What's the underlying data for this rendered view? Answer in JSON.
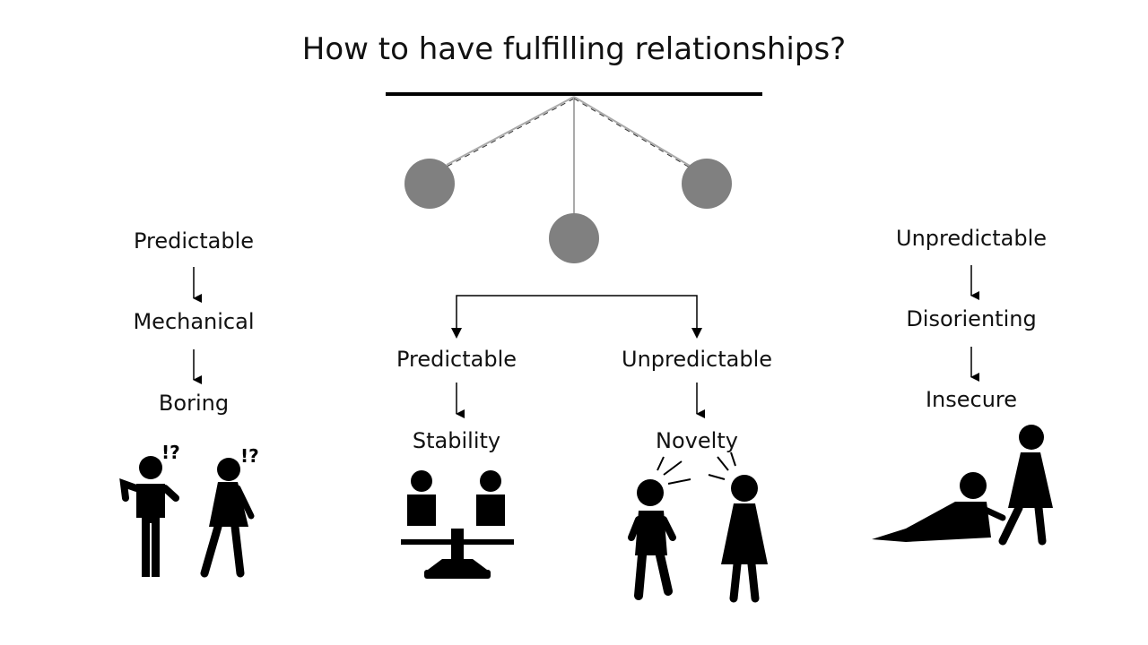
{
  "title": "How to have fulfilling relationships?",
  "left_column": [
    "Predictable",
    "Mechanical",
    "Boring"
  ],
  "right_column": [
    "Unpredictable",
    "Disorienting",
    "Insecure"
  ],
  "center_branches": [
    {
      "label": "Predictable",
      "result": "Stability"
    },
    {
      "label": "Unpredictable",
      "result": "Novelty"
    }
  ],
  "exclamations": [
    "!?",
    "!?"
  ],
  "colors": {
    "ball": "#808080",
    "string": "#aaaaaa",
    "ink": "#000000"
  }
}
